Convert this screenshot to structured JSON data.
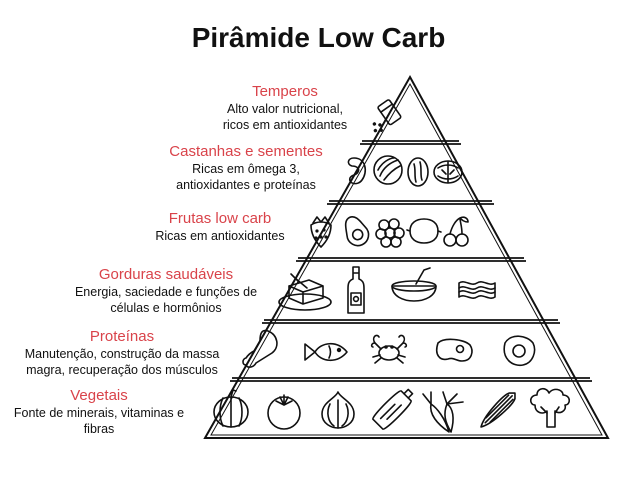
{
  "title": "Pirâmide Low Carb",
  "levels": [
    {
      "name": "Temperos",
      "lines": [
        "Alto valor nutricional,",
        "ricos em antioxidantes"
      ],
      "icons": [
        "salt-shaker-icon"
      ]
    },
    {
      "name": "Castanhas e sementes",
      "lines": [
        "Ricas em ômega 3,",
        "antioxidantes e proteínas"
      ],
      "icons": [
        "cashew-icon",
        "pumpkin-seed-icon",
        "almond-icon",
        "walnut-icon"
      ]
    },
    {
      "name": "Frutas low carb",
      "lines": [
        "Ricas em antioxidantes"
      ],
      "icons": [
        "strawberry-icon",
        "avocado-icon",
        "raspberry-icon",
        "lemon-icon",
        "cherry-icon"
      ]
    },
    {
      "name": "Gorduras saudáveis",
      "lines": [
        "Energia, saciedade e funções de",
        "células e hormônios"
      ],
      "icons": [
        "butter-icon",
        "olive-oil-bottle-icon",
        "coconut-icon",
        "bacon-icon"
      ]
    },
    {
      "name": "Proteínas",
      "lines": [
        "Manutenção, construção da massa",
        "magra, recuperação dos músculos"
      ],
      "icons": [
        "chicken-leg-icon",
        "fish-icon",
        "crab-icon",
        "steak-icon",
        "fried-egg-icon"
      ]
    },
    {
      "name": "Vegetais",
      "lines": [
        "Fonte de minerais, vitaminas e",
        "fibras"
      ],
      "icons": [
        "pumpkin-icon",
        "tomato-icon",
        "onion-icon",
        "zucchini-icon",
        "carrot-icon",
        "okra-icon",
        "broccoli-icon"
      ]
    }
  ],
  "colors": {
    "heading": "#d9434a",
    "outline": "#111111"
  }
}
